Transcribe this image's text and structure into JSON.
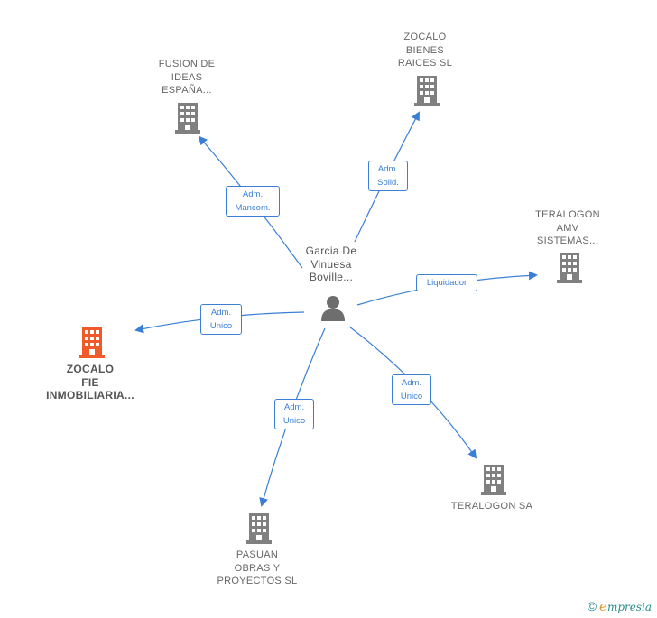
{
  "center": {
    "lines": [
      "Garcia De",
      "Vinuesa",
      "Boville..."
    ]
  },
  "companies": [
    {
      "id": "fusion",
      "lines": [
        "FUSION DE",
        "IDEAS",
        "ESPAÑA..."
      ],
      "highlight": false
    },
    {
      "id": "zocalo-bienes",
      "lines": [
        "ZOCALO",
        "BIENES",
        "RAICES  SL"
      ],
      "highlight": false
    },
    {
      "id": "teralogon-amv",
      "lines": [
        "TERALOGON",
        "AMV",
        "SISTEMAS..."
      ],
      "highlight": false
    },
    {
      "id": "zocalo-fie",
      "lines": [
        "ZOCALO",
        "FIE",
        "INMOBILIARIA..."
      ],
      "highlight": true
    },
    {
      "id": "teralogon-sa",
      "lines": [
        "TERALOGON SA"
      ],
      "highlight": false
    },
    {
      "id": "pasuan",
      "lines": [
        "PASUAN",
        "OBRAS Y",
        "PROYECTOS SL"
      ],
      "highlight": false
    }
  ],
  "roles": [
    {
      "target": "fusion",
      "lines": [
        "Adm.",
        "Mancom."
      ]
    },
    {
      "target": "zocalo-bienes",
      "lines": [
        "Adm.",
        "Solid."
      ]
    },
    {
      "target": "teralogon-amv",
      "lines": [
        "Liquidador"
      ]
    },
    {
      "target": "zocalo-fie",
      "lines": [
        "Adm.",
        "Unico"
      ]
    },
    {
      "target": "teralogon-sa",
      "lines": [
        "Adm.",
        "Unico"
      ]
    },
    {
      "target": "pasuan",
      "lines": [
        "Adm.",
        "Unico"
      ]
    }
  ],
  "colors": {
    "edge": "#3a7fd5",
    "building": "#808080",
    "highlight": "#f05a2a",
    "person": "#6e6e6e"
  },
  "footer": {
    "copyright": "©",
    "brand_initial": "e",
    "brand_rest": "mpresia"
  }
}
